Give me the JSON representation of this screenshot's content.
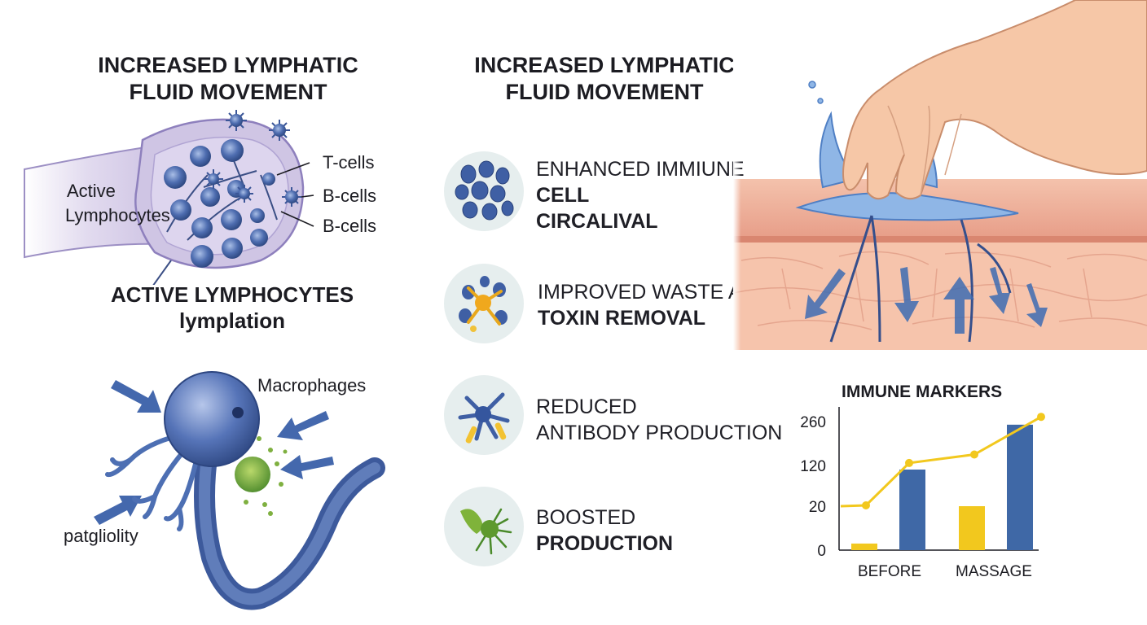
{
  "left_panel": {
    "title_line1": "INCREASED LYMPHATIC",
    "title_line2": "FLUID MOVEMENT",
    "label_active_line1": "Active",
    "label_active_line2": "Lymphocytes",
    "label_tcells": "T-cells",
    "label_bcells_1": "B-cells",
    "label_bcells_2": "B-cells",
    "caption_line1": "ACTIVE LYMPHOCYTES",
    "caption_line2": "lymplation",
    "label_macrophages": "Macrophages",
    "label_patgliolity": "patgliolity"
  },
  "middle_panel": {
    "title_line1": "INCREASED LYMPHATIC",
    "title_line2": "FLUID MOVEMENT",
    "benefits": [
      {
        "line1": "ENHANCED IMMIUNE",
        "line2": "CELL",
        "line3": "CIRCALIVAL",
        "icon": "immune-cells-icon"
      },
      {
        "line1": "IMPROVED WASTE AND",
        "line2": "TOXIN REMOVAL",
        "icon": "waste-removal-icon"
      },
      {
        "line1": "REDUCED",
        "line2": "ANTIBODY PRODUCTION",
        "icon": "antibody-icon"
      },
      {
        "line1": "BOOSTED",
        "line2": "PRODUCTION",
        "icon": "green-cell-icon"
      }
    ]
  },
  "colors": {
    "blue_bar": "#3f68a6",
    "yellow_bar": "#f2c81e",
    "node_purple": "#cfc5e4",
    "cell_blue": "#4565a8",
    "skin": "#f3b9a2"
  },
  "chart_data": {
    "type": "bar",
    "title": "IMMUNE MARKERS",
    "categories": [
      "BEFORE",
      "MASSAGE"
    ],
    "ytick_labels": [
      "0",
      "20",
      "120",
      "260"
    ],
    "series": [
      {
        "color": "#f2c81e",
        "values": [
          3,
          20
        ]
      },
      {
        "color": "#3f68a6",
        "values": [
          110,
          250
        ]
      }
    ],
    "trend_line": {
      "color": "#f2c81e",
      "values": [
        20,
        22,
        128,
        155,
        275
      ]
    }
  }
}
